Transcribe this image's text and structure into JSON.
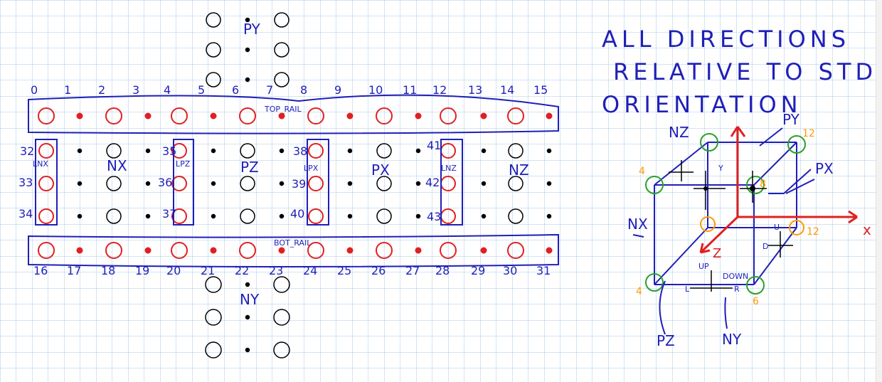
{
  "title_lines": [
    "ALL DIRECTIONS",
    "RELATIVE TO STD",
    "ORIENTATION"
  ],
  "rail_labels": {
    "top": "TOP_RAIL",
    "bottom": "BOT_RAIL"
  },
  "ring_labels": {
    "py": "PY",
    "ny": "NY",
    "nx": "NX",
    "pz": "PZ",
    "px": "PX",
    "nz": "NZ"
  },
  "face_labels": {
    "lnx": "LNX",
    "lpz": "LPZ",
    "lpx": "LPX",
    "lnz": "LNZ"
  },
  "top_numbers": [
    "0",
    "1",
    "2",
    "3",
    "4",
    "5",
    "6",
    "7",
    "8",
    "9",
    "10",
    "11",
    "12",
    "13",
    "14",
    "15"
  ],
  "bottom_numbers": [
    "16",
    "17",
    "18",
    "19",
    "20",
    "21",
    "22",
    "23",
    "24",
    "25",
    "26",
    "27",
    "28",
    "29",
    "30",
    "31"
  ],
  "side_numbers": [
    "32",
    "33",
    "34",
    "35",
    "36",
    "37",
    "38",
    "39",
    "40",
    "41",
    "42",
    "43"
  ],
  "cube_labels": {
    "nz": "NZ",
    "py": "PY",
    "px": "PX",
    "nx": "NX",
    "pz": "PZ",
    "ny": "NY",
    "x": "x",
    "z": "Z",
    "up": "UP",
    "down": "DOWN",
    "n4a": "4",
    "n12a": "12",
    "n12b": "12",
    "n4b": "4",
    "n6": "6",
    "n8": "8",
    "l": "L",
    "r": "R",
    "u": "U",
    "d": "D",
    "y": "Y"
  }
}
